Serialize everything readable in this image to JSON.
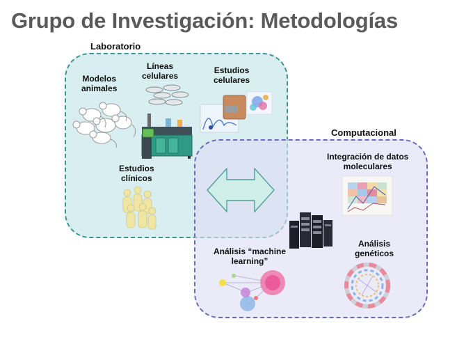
{
  "title": "Grupo de Investigación: Metodologías",
  "colors": {
    "title": "#5a5a5a",
    "laboratorio_border": "#3e9590",
    "laboratorio_fill": "#cbe8ea",
    "computacional_border": "#6a6ab6",
    "computacional_fill": "#dddff6",
    "arrow_fill": "#cfeee8",
    "arrow_stroke": "#4f9e9a"
  },
  "laboratorio": {
    "label": "Laboratorio",
    "items": {
      "modelos": "Modelos\nanimales",
      "lineas": "Líneas\ncelulares",
      "celulares": "Estudios\ncelulares",
      "clinicos": "Estudios\nclínicos"
    }
  },
  "computacional": {
    "label": "Computacional",
    "items": {
      "integracion": "Integración de datos\nmoleculares",
      "ml": "Análisis “machine\nlearning”",
      "geneticos": "Análisis\ngenéticos"
    }
  },
  "icons": {
    "exchange": "double-arrow-icon",
    "mice": "mice-icon",
    "petri": "petri-dish-icon",
    "microscope": "cell-imaging-icon",
    "lab_bench": "lab-bench-icon",
    "people": "people-icon",
    "heatmap": "heatmap-icon",
    "servers": "server-rack-icon",
    "network": "network-graph-icon",
    "circos": "circos-plot-icon"
  }
}
